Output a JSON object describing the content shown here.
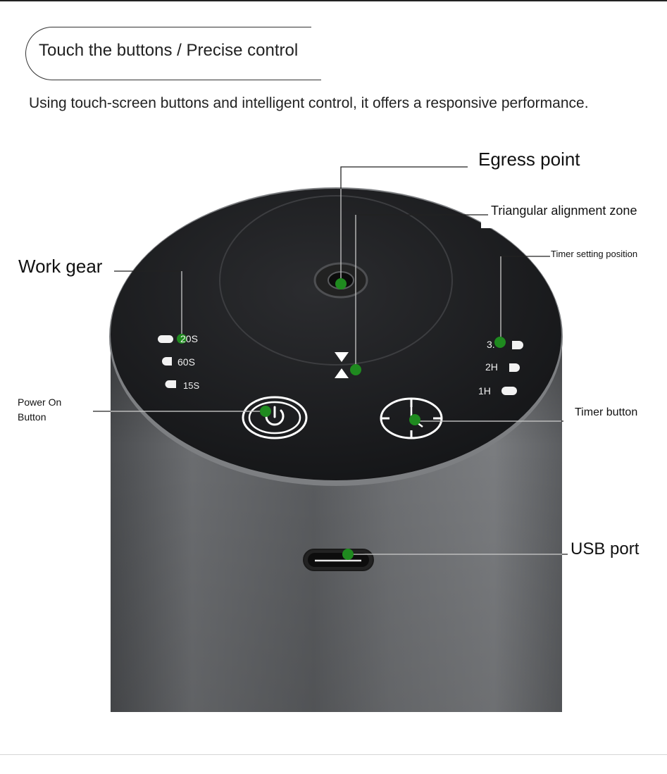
{
  "heading": "Touch the buttons / Precise control",
  "subtitle": "Using touch-screen buttons and intelligent control, it offers a responsive performance.",
  "callouts": {
    "egress": "Egress point",
    "triangular": "Triangular alignment zone",
    "timer_setting": "Timer setting position",
    "work_gear": "Work gear",
    "power_on": "Power On Button",
    "timer_button": "Timer button",
    "usb": "USB port"
  },
  "device_labels": {
    "gear_1": "20S",
    "gear_2": "60S",
    "gear_3": "15S",
    "timer_1": "3.",
    "timer_2": "2H",
    "timer_3": "1H"
  },
  "colors": {
    "marker": "#1f8a1f",
    "body": "#55575a",
    "top": "#1b1c1e"
  }
}
